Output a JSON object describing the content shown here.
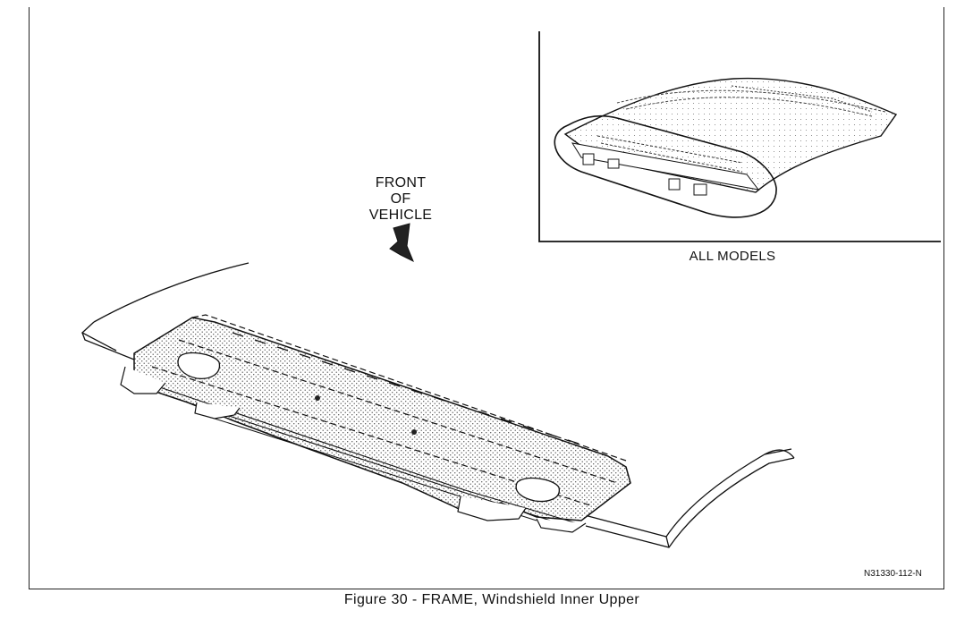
{
  "labels": {
    "front_line1": "FRONT",
    "front_line2": "OF",
    "front_line3": "VEHICLE",
    "inset_caption": "ALL MODELS",
    "part_number": "N31330-112-N"
  },
  "figure_caption": "Figure 30 - FRAME, Windshield Inner Upper",
  "icons": {
    "direction_arrow": "front-arrow-icon"
  }
}
